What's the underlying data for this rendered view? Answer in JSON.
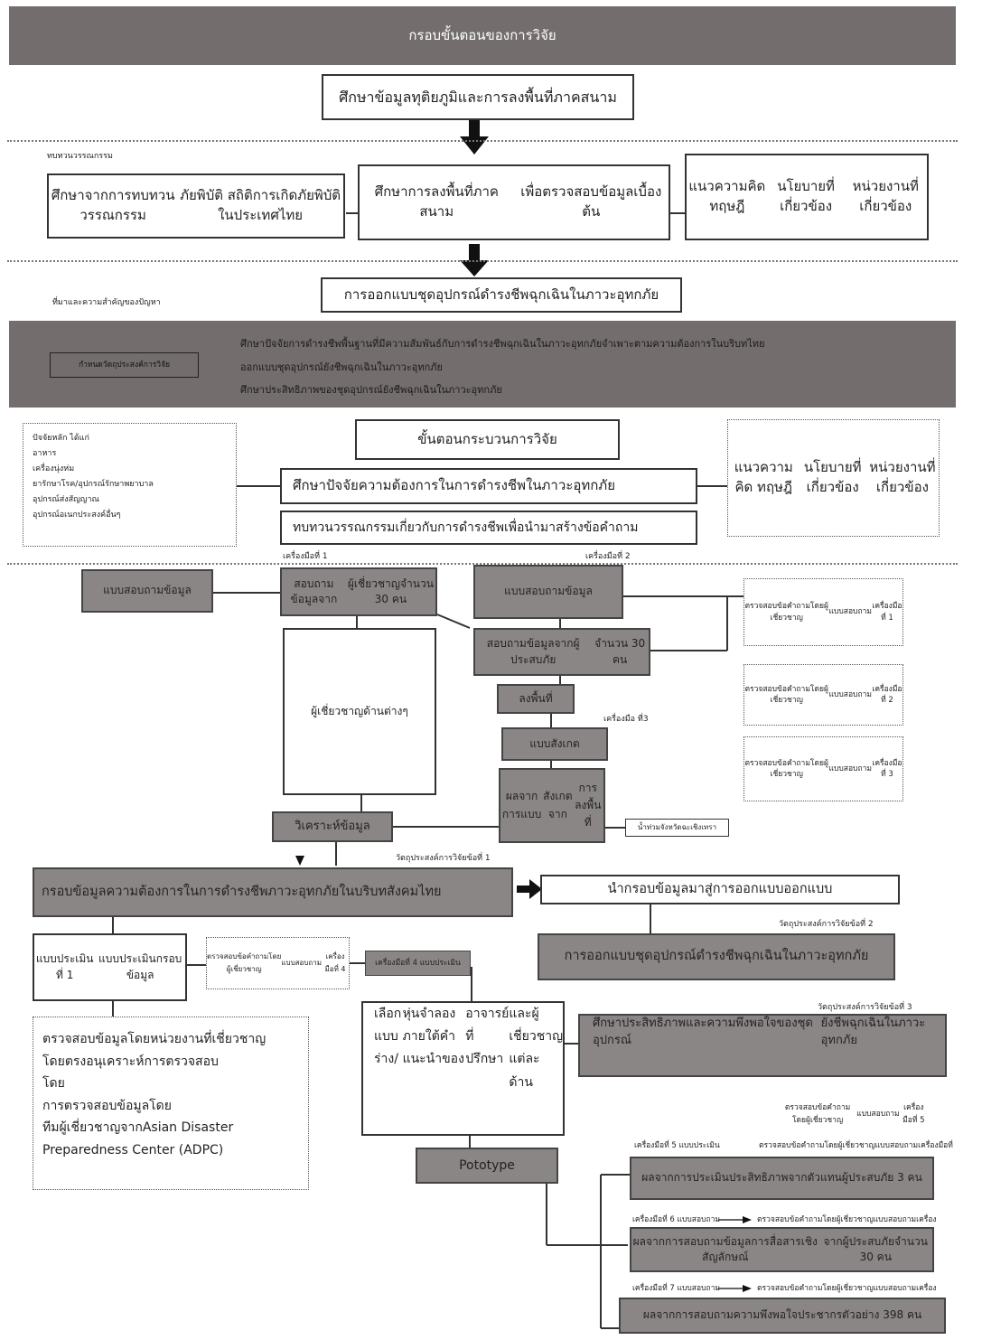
{
  "header": {
    "title": "กรอบขั้นตอนของการวิจัย"
  },
  "step1": "ศึกษาข้อมูลทุติยภูมิและการลงพื้นที่ภาคสนาม",
  "section_literature": "ทบทวนวรรณกรรม",
  "row2": {
    "left": [
      "ศึกษาจากการทบทวนวรรณกรรม",
      "ภัยพิบัติ สถิติการเกิดภัยพิบัติในประเทศไทย"
    ],
    "center": [
      "ศึกษาการลงพื้นที่ภาคสนาม",
      "เพื่อตรวจสอบข้อมูลเบื้องต้น"
    ],
    "right": [
      "แนวความคิด ทฤษฎี",
      "นโยบายที่เกี่ยวข้อง",
      "หน่วยงานที่เกี่ยวข้อง"
    ]
  },
  "section_problem": "ที่มาและความสำคัญของปัญหา",
  "design_title": "การออกแบบชุดอุปกรณ์ดำรงชีพฉุกเฉินในภาวะอุทกภัย",
  "objectives_band": {
    "label": "กำหนดวัตถุประสงค์การวิจัย",
    "lines": [
      "ศึกษาปัจจัยการดำรงชีพพื้นฐานที่มีความสัมพันธ์กับการดำรงชีพฉุกเฉินในภาวะอุทกภัยจำเพาะตามความต้องการในบริบทไทย",
      "ออกแบบชุดอุปกรณ์ยังชีพฉุกเฉินในภาวะอุทกภัย",
      "ศึกษาประสิทธิภาพของชุดอุปกรณ์ยังชีพฉุกเฉินในภาวะอุทกภัย"
    ]
  },
  "factors": {
    "title": "ปัจจัยหลัก ได้แก่",
    "items": [
      "อาหาร",
      "เครื่องนุ่งห่ม",
      "ยารักษาโรค/อุปกรณ์รักษาพยาบาล",
      "อุปกรณ์ส่งสัญญาณ",
      "อุปกรณ์อเนกประสงค์อื่นๆ"
    ]
  },
  "process_title": "ขั้นตอนกระบวนการวิจัย",
  "right_concept": [
    "แนวความคิด ทฤษฎี",
    "นโยบายที่เกี่ยวข้อง",
    "หน่วยงานที่เกี่ยวข้อง"
  ],
  "study_needs": "ศึกษาปัจจัยความต้องการในการดำรงชีพในภาวะอุทกภัย",
  "review_questions": "ทบทวนวรรณกรรมเกี่ยวกับการดำรงชีพเพื่อนำมาสร้างข้อคำถาม",
  "tool1": "เครื่องมือที่ 1",
  "tool2": "เครื่องมือที่ 2",
  "tool3": "เครื่องมือ ที่3",
  "questionnaire_left": "แบบสอบถามข้อมูล",
  "expert_survey": [
    "สอบถามข้อมูลจาก",
    "ผู้เชี่ยวชาญจำนวน 30 คน"
  ],
  "questionnaire_mid": "แบบสอบถามข้อมูล",
  "victim_survey": [
    "สอบถามข้อมูลจากผู้ประสบภัย",
    "จำนวน 30 คน"
  ],
  "field": "ลงพื้นที่",
  "observation_form": "แบบสังเกต",
  "observation_result": [
    "ผลจากการแบบ",
    "สังเกตจาก",
    "การลงพื้นที่"
  ],
  "location": "น้ำท่วมจังหวัดฉะเชิงเทรา",
  "experts_all": "ผู้เชี่ยวชาญด้านต่างๆ",
  "analysis": "วิเคราะห์ข้อมูล",
  "check1": [
    "ตรวจสอบข้อคำถามโดยผู้เชี่ยวชาญ",
    "แบบสอบถาม",
    "เครื่องมือที่ 1"
  ],
  "check2": [
    "ตรวจสอบข้อคำถามโดยผู้เชี่ยวชาญ",
    "แบบสอบถาม",
    "เครื่องมือที่ 2"
  ],
  "check3": [
    "ตรวจสอบข้อคำถามโดยผู้เชี่ยวชาญ",
    "แบบสอบถาม",
    "เครื่องมือที่ 3"
  ],
  "objective1_label": "วัตถุประสงค์การวิจัยข้อที่ 1",
  "needs_framework": "กรอบข้อมูลความต้องการในการดำรงชีพภาวะอุทกภัยในบริบทสังคมไทย",
  "to_design": "นำกรอบข้อมูลมาสู่การออกแบบออกแบบ",
  "objective2_label": "วัตถุประสงค์การวิจัยข้อที่ 2",
  "design_box": "การออกแบบชุดอุปกรณ์ดำรงชีพฉุกเฉินในภาวะอุทกภัย",
  "assess1": [
    "แบบประเมินที่ 1",
    "แบบประเมินกรอบข้อมูล"
  ],
  "check4": [
    "ตรวจสอบข้อคำถามโดยผู้เชี่ยวชาญ",
    "แบบสอบถาม",
    "เครื่องมือที่ 4"
  ],
  "tool4": "เครื่องมือที่ 4 แบบประเมิน",
  "objective3_label": "วัตถุประสงค์การวิจัยข้อที่ 3",
  "efficiency_box": [
    "ศึกษาประสิทธิภาพและความพึงพอใจของชุดอุปกรณ์",
    "ยังชีพฉุกเฉินในภาวะอุทกภัย"
  ],
  "verify_box": [
    "ตรวจสอบข้อมูลโดยหน่วยงานที่เชี่ยวชาญ",
    "โดยตรงอนุเคราะห์การตรวจสอบ",
    "โดย",
    "การตรวจสอบข้อมูลโดย",
    "ทีมผู้เชี่ยวชาญจากAsian Disaster",
    "Preparedness Center (ADPC)"
  ],
  "select_box": [
    "เลือกแบบร่าง/",
    "หุ่นจำลองภายใต้คำแนะนำของ",
    "อาจารย์ที่ปรึกษา",
    "และผู้เชี่ยวชาญแต่ละด้าน"
  ],
  "check5": [
    "ตรวจสอบข้อคำถามโดยผู้เชี่ยวชาญ",
    "แบบสอบถาม",
    "เครื่องมือที่ 5"
  ],
  "tool5": "เครื่องมือที่ 5 แบบประเมิน",
  "check5b": "ตรวจสอบข้อคำถามโดยผู้เชี่ยวชาญแบบสอบถามเครื่องมือที่",
  "prototype": "Pototype",
  "result1": [
    "ผลจากการประเมินประสิทธิภาพจากตัวแทน",
    "ผู้ประสบภัย 3 คน"
  ],
  "tool6": "เครื่องมือที่ 6 แบบสอบถาม",
  "check6": "ตรวจสอบข้อคำถามโดยผู้เชี่ยวชาญแบบสอบถามเครื่อง",
  "result2": [
    "ผลจากการสอบถามข้อมูลการสื่อสารเชิงสัญลักษณ์",
    "จากผู้ประสบภัยจำนวน 30 คน"
  ],
  "tool7": "เครื่องมือที่ 7 แบบสอบถาม",
  "check7": "ตรวจสอบข้อคำถามโดยผู้เชี่ยวชาญแบบสอบถามเครื่อง",
  "result3": "ผลจากการสอบถามความพึงพอใจประชากรตัวอย่าง 398 คน"
}
